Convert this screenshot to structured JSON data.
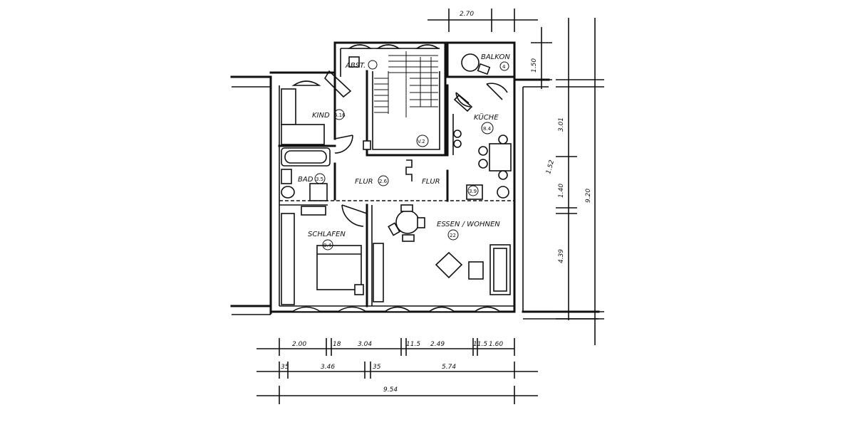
{
  "rooms": [
    {
      "name": "KIND",
      "num": "6.16"
    },
    {
      "name": "ABST.",
      "num": ""
    },
    {
      "name": "BALKON",
      "num": "4"
    },
    {
      "name": "KÜCHE",
      "num": "8.4"
    },
    {
      "name": "BAD",
      "num": "3.5"
    },
    {
      "name": "FLUR",
      "num": "2.6"
    },
    {
      "name": "FLUR",
      "num": ""
    },
    {
      "name": "SCHLAFEN",
      "num": "9.4"
    },
    {
      "name": "ESSEN / WOHNEN",
      "num": "22"
    },
    {
      "name": "",
      "num": "V.2"
    },
    {
      "name": "",
      "num": "3.9"
    }
  ],
  "dims": {
    "top": [
      "2.70"
    ],
    "right_small": [
      "1.50"
    ],
    "right": [
      "3.01",
      "1.40",
      "4.39",
      "9.20",
      "1.52"
    ],
    "row1": [
      "2.00",
      "18",
      "3.04",
      "11.5",
      "2.49",
      "11.5",
      "1.60"
    ],
    "row2": [
      "35",
      "3.46",
      "35",
      "5.74"
    ],
    "row3": [
      "9.54"
    ]
  }
}
